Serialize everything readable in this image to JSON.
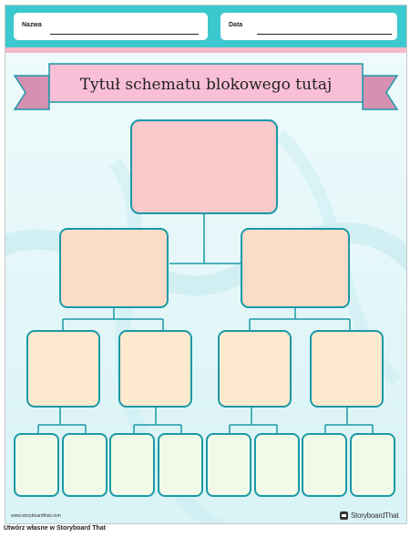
{
  "header": {
    "name_label": "Nazwa",
    "date_label": "Data"
  },
  "title": "Tytuł schematu blokowego tutaj",
  "footer": {
    "url": "www.storyboardthat.com",
    "brand": "StoryboardThat",
    "brand_icon": "storyboard-that-logo-icon"
  },
  "caption": "Utwórz własne w Storyboard That",
  "colors": {
    "header_band": "#3bc9cf",
    "pink_strip": "#f6b9c8",
    "background": "#e8f8fa",
    "box_border": "#1a9aa6",
    "level1_fill": "#f9c9cc",
    "level2_fill": "#fbdcc8",
    "level3_fill": "#fde9cd",
    "level4_fill": "#f1f9e8",
    "banner_fill": "#f9bfd6",
    "ribbon_fill": "#d590b2"
  }
}
